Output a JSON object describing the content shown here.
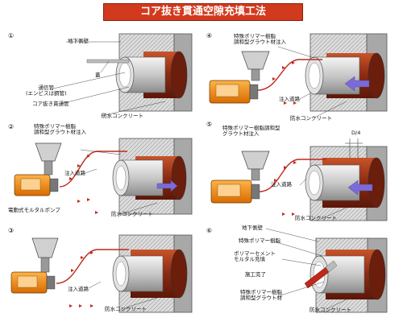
{
  "title": "コア抜き貫通空隙充填工法",
  "panels": [
    {
      "number": "①",
      "labels": {
        "underground_wall": "地下側壁",
        "lid": "蓋",
        "pipe": "通信管\n(エンビスは鋼管)",
        "core_pipe": "コア抜き貫通管",
        "concrete": "防水コンクリート"
      }
    },
    {
      "number": "②",
      "labels": {
        "resin": "特殊ポリマー樹脂\n調和型グラウト材注入",
        "route": "注入道路",
        "pump": "電動式モルタルポンプ",
        "concrete": "防水コンクリート"
      }
    },
    {
      "number": "③",
      "labels": {
        "route": "注入道路",
        "concrete": "防水コンクリート"
      }
    },
    {
      "number": "④",
      "labels": {
        "resin": "特殊ポリマー樹脂\n調和型グラウト材注入",
        "route": "注入道路",
        "concrete": "防水コンクリート"
      }
    },
    {
      "number": "⑤",
      "labels": {
        "resin": "特殊ポリマー樹脂調和型\nグラウト材注入",
        "route": "注入道路",
        "dim": "D/4",
        "concrete": "防水コンクリート"
      }
    },
    {
      "number": "⑥",
      "labels": {
        "underground_wall": "地下側壁",
        "resin": "特殊ポリマー樹脂",
        "mortar": "ポリマーセメント\nモルタル充填",
        "done": "施工完了",
        "grout": "特殊ポリマー樹脂\n調和型グラウト材",
        "concrete": "防水コンクリート"
      }
    }
  ]
}
